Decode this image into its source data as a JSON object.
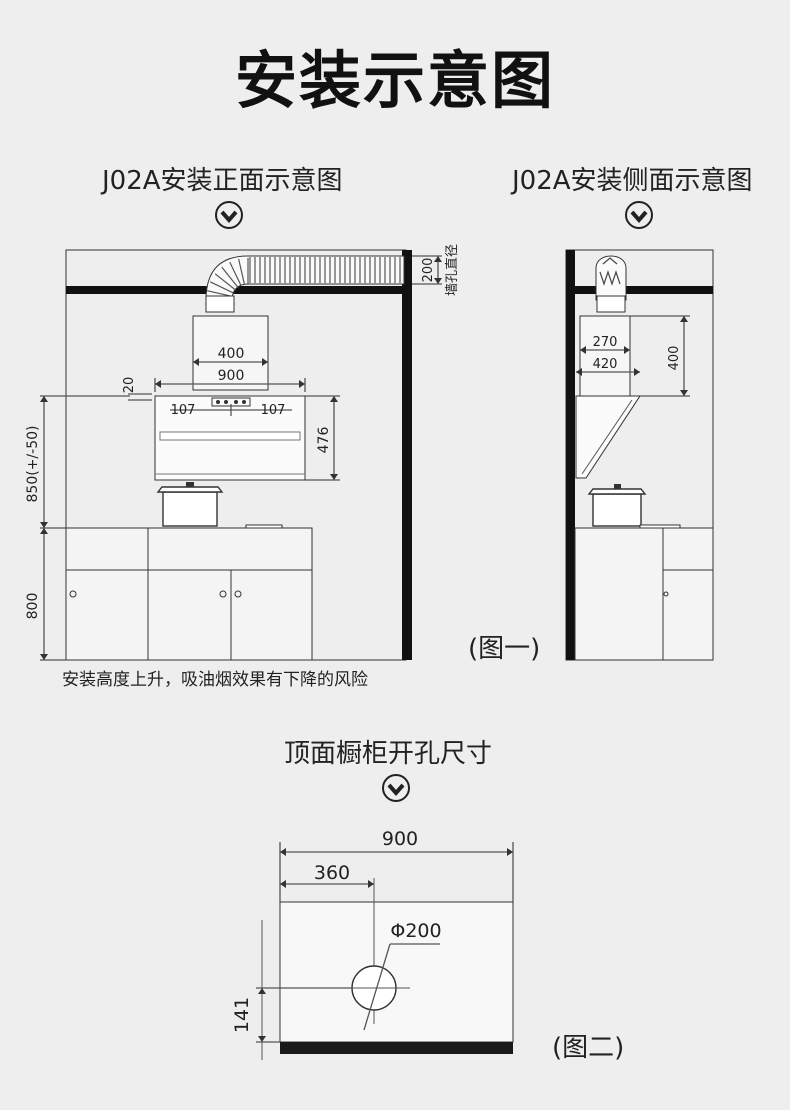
{
  "title": "安装示意图",
  "front_view": {
    "caption": "J02A安装正面示意图",
    "dims": {
      "hole_diameter": "200",
      "hole_label": "墙孔直径",
      "chimney_width": "400",
      "hood_width": "900",
      "offset": "20",
      "left_107": "107",
      "right_107": "107",
      "hood_height": "476",
      "install_height": "850(+/-50)",
      "cabinet_height": "800"
    },
    "note": "安装高度上升，吸油烟效果有下降的风险",
    "figure_label": "(图一)"
  },
  "side_view": {
    "caption": "J02A安装侧面示意图",
    "dims": {
      "top_depth": "270",
      "bottom_depth": "420",
      "chimney_height": "400"
    }
  },
  "top_view": {
    "caption": "顶面橱柜开孔尺寸",
    "dims": {
      "width": "900",
      "center_offset": "360",
      "hole": "Φ200",
      "depth_offset": "141"
    },
    "figure_label": "(图二)"
  }
}
